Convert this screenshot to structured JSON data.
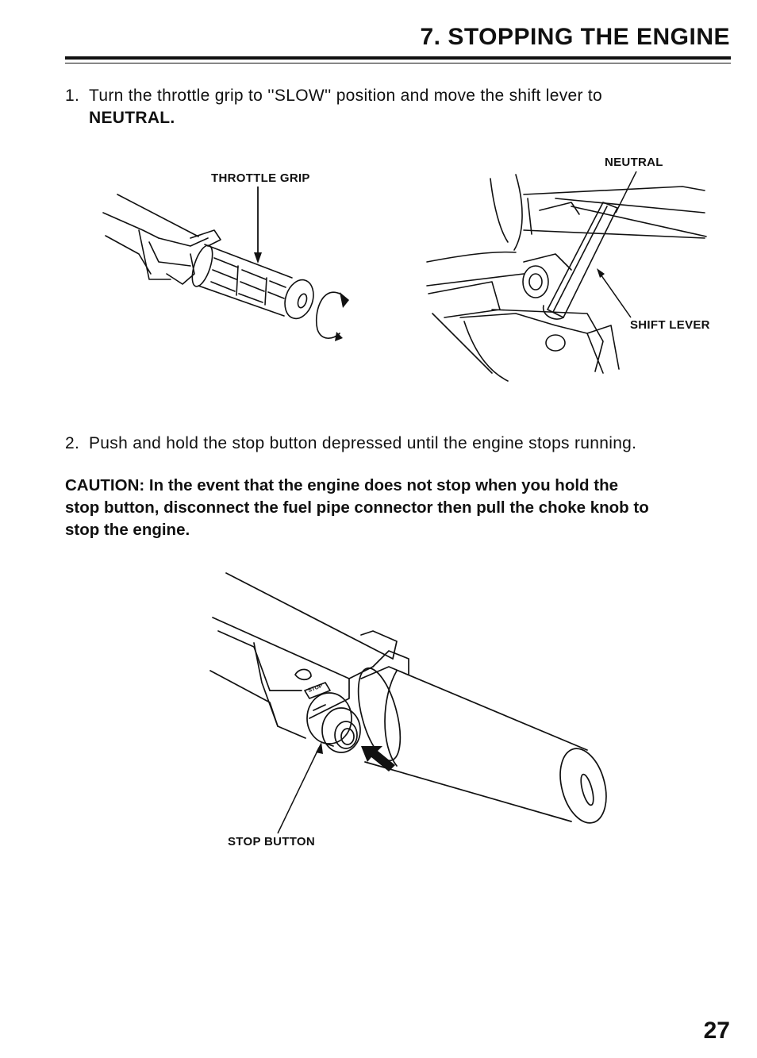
{
  "header": {
    "title": "7. STOPPING THE ENGINE"
  },
  "step1": {
    "number": "1.",
    "text": "Turn the throttle grip to ''SLOW'' position and move the shift lever to",
    "bold_text": "NEUTRAL."
  },
  "figure1": {
    "throttle_label": "THROTTLE GRIP",
    "neutral_label": "NEUTRAL",
    "shift_label": "SHIFT LEVER"
  },
  "step2": {
    "number": "2.",
    "text": "Push and hold the stop button depressed until the engine stops running."
  },
  "caution": {
    "line1": "CAUTION:  In the event that the engine does not stop when you hold the",
    "line2": "stop button, disconnect the fuel pipe connector then pull the choke knob to",
    "line3": "stop the engine."
  },
  "figure2": {
    "stop_label": "STOP BUTTON",
    "stop_emblem": "STOP"
  },
  "page_number": "27"
}
